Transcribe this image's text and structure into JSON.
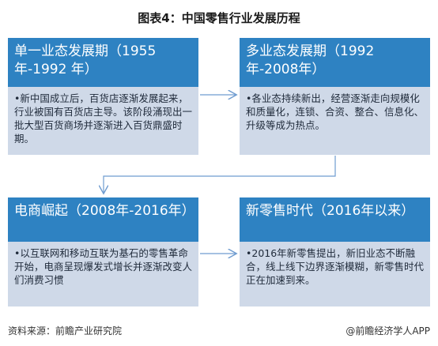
{
  "title": "图表4：中国零售行业发展历程",
  "stages": [
    {
      "heading": "单一业态发展期（1955年-1992 年）",
      "body": "•新中国成立后，百货店逐渐发展起来，行业被国有百货店主导。该阶段涌现出一批大型百货商场并逐渐进入百货鼎盛时期。"
    },
    {
      "heading": "多业态发展期（1992年-2008年）",
      "body": "•各业态持续新出，经营逐渐走向规模化和质量化，连锁、合资、整合、信息化、升级等成为热点。"
    },
    {
      "heading": "电商崛起（2008年-2016年）",
      "body": "•以互联网和移动互联为基石的零售革命开始，电商呈现爆发式增长并逐渐改变人们消费习惯"
    },
    {
      "heading": "新零售时代（2016年以来）",
      "body": "•2016年新零售提出，新旧业态不断融合，线上线下边界逐渐模糊，新零售时代正在加速到来。"
    }
  ],
  "footer": {
    "source": "资料来源：前瞻产业研究院",
    "brand": "@前瞻经济学人APP"
  },
  "colors": {
    "header": "#2e82c2",
    "body": "#cfd9e8",
    "arrow": "#6f9cd0"
  }
}
